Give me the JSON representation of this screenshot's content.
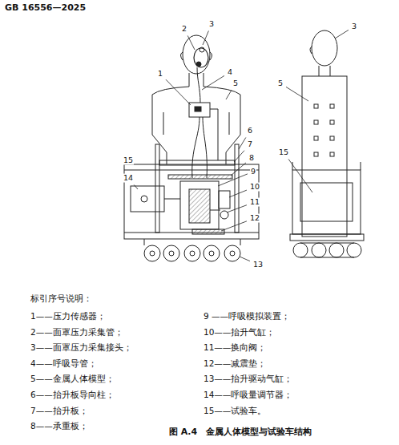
{
  "diagram": {
    "caption": "图 A.4　金属人体模型与试验车结构",
    "labels": [
      "GB 16556—2025",
      "1",
      "2",
      "3",
      "4",
      "5",
      "6",
      "7",
      "8",
      "9",
      "10",
      "11",
      "12",
      "13",
      "14",
      "15",
      "3",
      "5",
      "15",
      "标引序号说明：",
      "1——压力传感器；",
      "2——面罩压力采集管；",
      "3——面罩压力采集接头；",
      "4——呼吸导管；",
      "5——金属人体模型；",
      "6——抬升板导向柱；",
      "7——抬升板；",
      "8——承重板；",
      "9 ——呼吸模拟装置；",
      "10——抬升气缸；",
      "11——换向阀；",
      "12——减震垫；",
      "13——抬升驱动气缸；",
      "14——呼吸量调节器；",
      "15——试验车。"
    ]
  }
}
